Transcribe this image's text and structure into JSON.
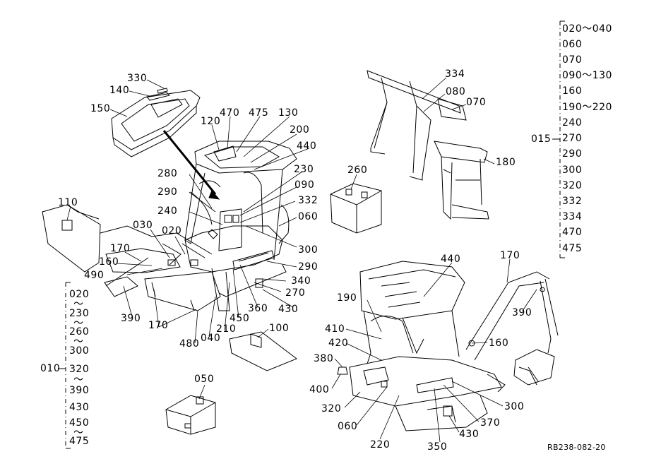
{
  "callouts": [
    "330",
    "140",
    "150",
    "120",
    "470",
    "475",
    "130",
    "200",
    "440",
    "280",
    "290",
    "230",
    "090",
    "332",
    "240",
    "060",
    "110",
    "030",
    "020",
    "300",
    "170",
    "160",
    "490",
    "290",
    "340",
    "270",
    "390",
    "430",
    "360",
    "450",
    "210",
    "040",
    "480",
    "100",
    "050",
    "334",
    "080",
    "070",
    "180",
    "260",
    "440",
    "170",
    "190",
    "410",
    "390",
    "420",
    "160",
    "380",
    "400",
    "320",
    "060",
    "220",
    "300",
    "370",
    "350",
    "430",
    "170"
  ],
  "right_group": {
    "id": "015",
    "items": [
      "020～040",
      "060",
      "070",
      "090～130",
      "160",
      "190～220",
      "240",
      "270",
      "290",
      "300",
      "320",
      "332",
      "334",
      "470",
      "475"
    ]
  },
  "left_group": {
    "id": "010",
    "items": [
      "020",
      "230",
      "260",
      "300",
      "320",
      "390",
      "430",
      "450",
      "475"
    ],
    "range_mark": "～"
  },
  "reference": "RB238-082-20"
}
